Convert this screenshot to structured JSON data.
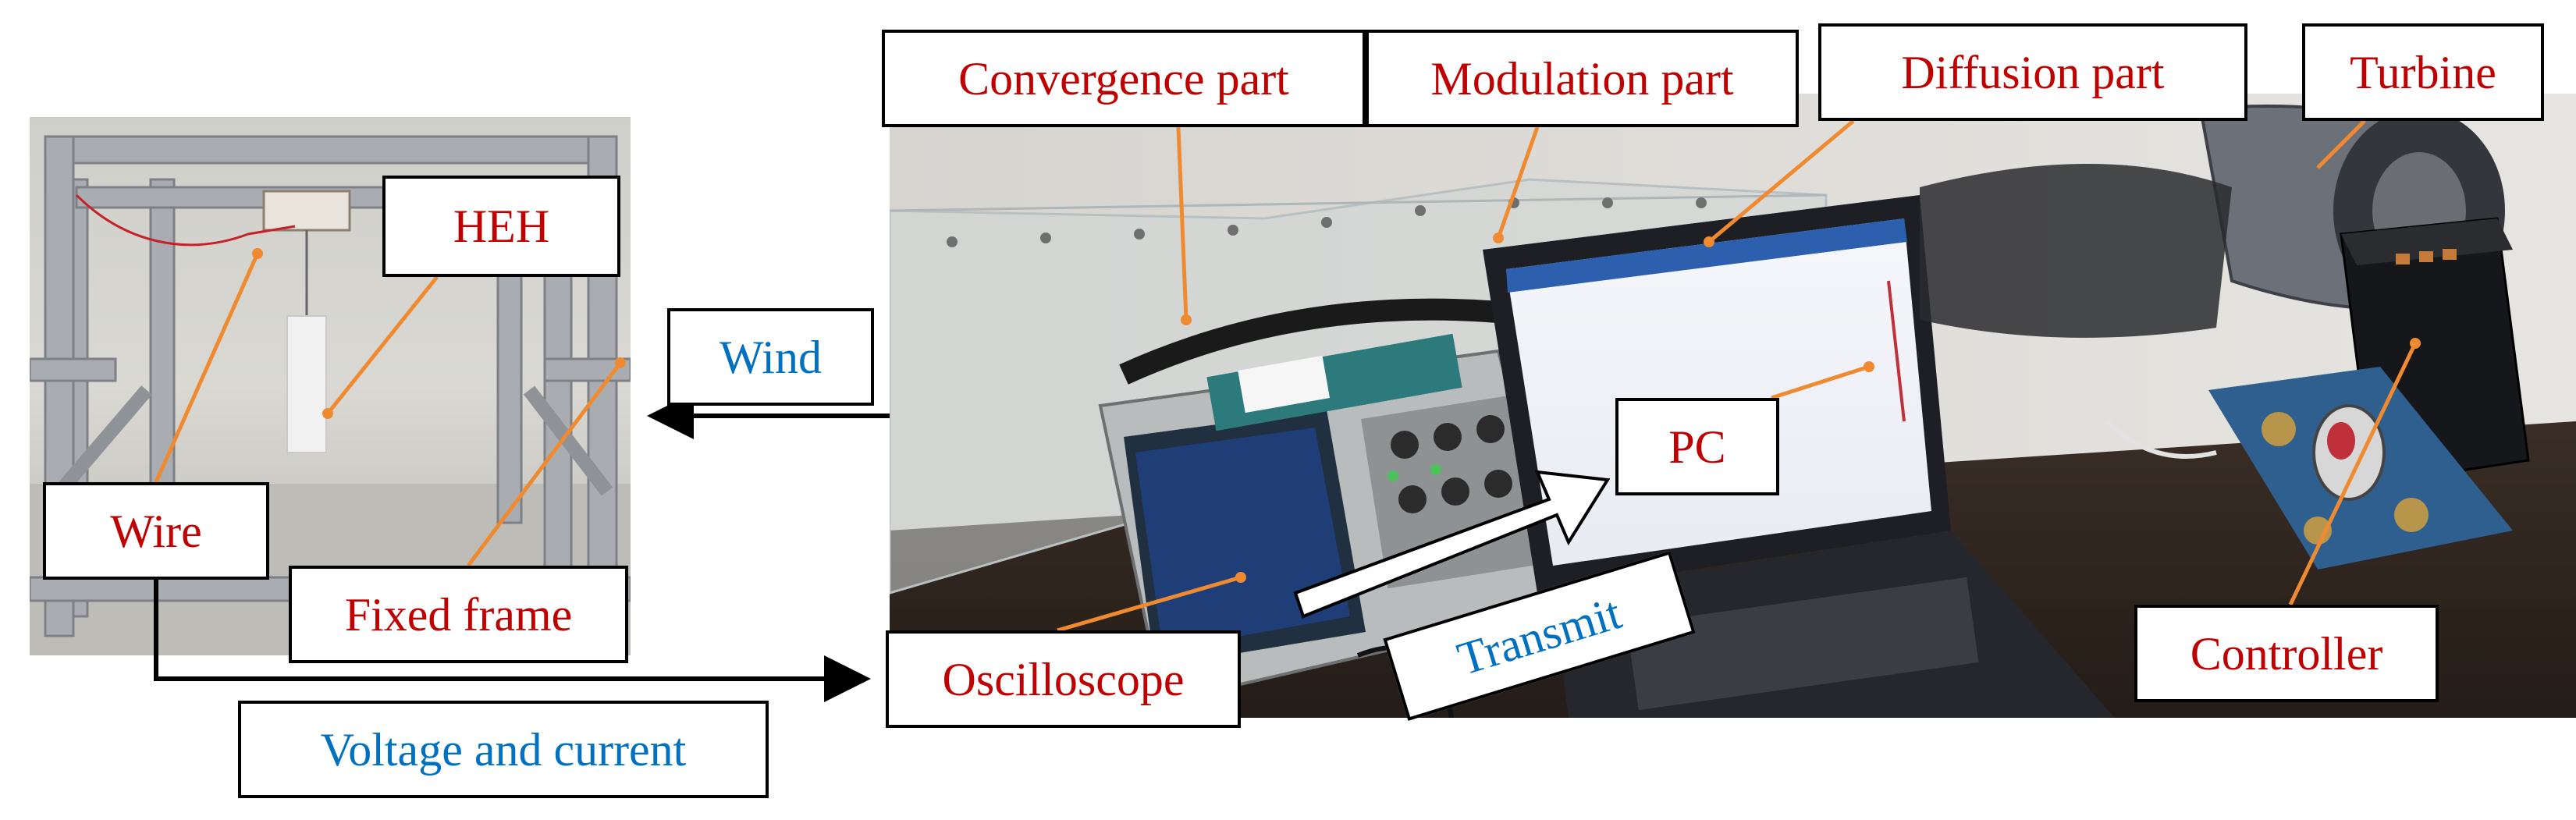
{
  "labels": {
    "heh": "HEH",
    "wire": "Wire",
    "fixed_frame": "Fixed frame",
    "convergence_part": "Convergence part",
    "modulation_part": "Modulation part",
    "diffusion_part": "Diffusion part",
    "turbine": "Turbine",
    "pc": "PC",
    "oscilloscope": "Oscilloscope",
    "controller": "Controller",
    "voltage_and_current": "Voltage and current",
    "wind": "Wind",
    "transmit": "Transmit"
  },
  "colors": {
    "component_label": "#c00000",
    "flow_label": "#0070c0",
    "leader_line": "#f08a30",
    "connector": "#000000"
  },
  "photos": {
    "left": "test-frame-photo",
    "right": "wind-tunnel-setup-photo"
  }
}
